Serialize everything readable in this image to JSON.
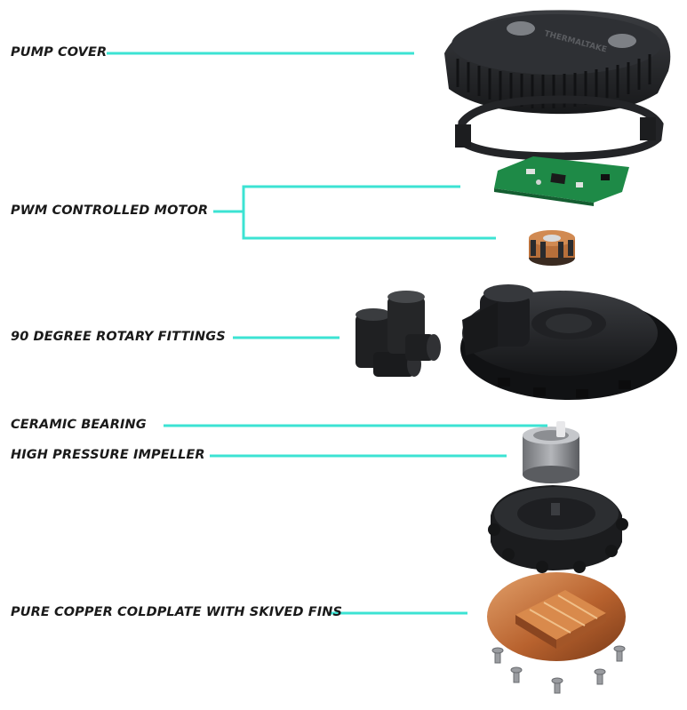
{
  "labels": {
    "pump_cover": "PUMP COVER",
    "pwm_motor": "PWM CONTROLLED MOTOR",
    "rotary_fittings": "90 DEGREE ROTARY FITTINGS",
    "ceramic_bearing": "CERAMIC BEARING",
    "impeller": "HIGH PRESSURE IMPELLER",
    "coldplate": "PURE COPPER COLDPLATE WITH SKIVED FINS"
  },
  "brand_mark": "THERMALTAKE",
  "colors": {
    "leader": "#3ce3d3",
    "text": "#1a1a1a",
    "plastic": "#2b2d30",
    "pcb": "#1f8f4a",
    "copper": "#c8743c",
    "impeller": "#8e9094"
  }
}
